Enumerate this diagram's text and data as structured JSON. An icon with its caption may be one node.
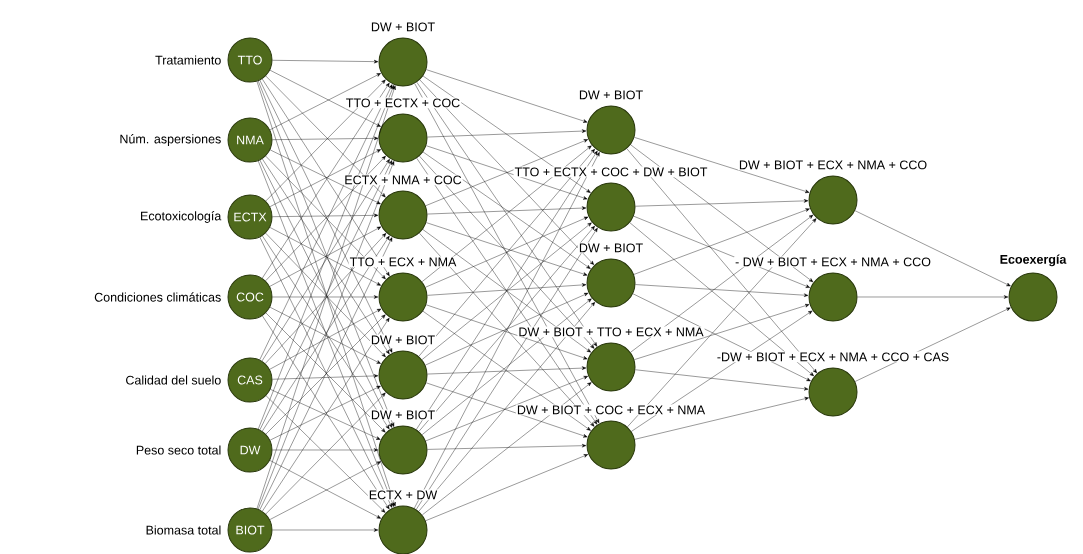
{
  "diagram": {
    "nodes": [
      {
        "text": [
          "TTO"
        ],
        "beside": [
          "Tratamiento"
        ]
      },
      {
        "text": [
          "NMA"
        ],
        "beside": [
          "Núm. aspersiones"
        ]
      },
      {
        "text": [
          "ECTX"
        ],
        "beside": [
          "Ecotoxicología"
        ]
      },
      {
        "text": [
          "COC"
        ],
        "beside": [
          "Condiciones climáticas"
        ]
      },
      {
        "text": [
          "CAS"
        ],
        "beside": [
          "Calidad del suelo"
        ]
      },
      {
        "text": [
          "DW"
        ],
        "beside": [
          "Peso seco total"
        ]
      },
      {
        "text": [
          "BIOT"
        ],
        "beside": [
          "Biomasa total"
        ]
      },
      {
        "text": [],
        "shape": "circle",
        "beside": [
          "DW + BIOT"
        ]
      },
      {
        "text": [],
        "shape": "circle",
        "beside": [
          "TTO + ECTX + COC"
        ]
      },
      {
        "text": [],
        "shape": "circle",
        "beside": [
          "ECTX + NMA + COC"
        ]
      },
      {
        "text": [],
        "shape": "circle",
        "beside": [
          "TTO + ECX + NMA"
        ]
      },
      {
        "text": [],
        "shape": "circle",
        "beside": [
          "DW + BIOT"
        ]
      },
      {
        "text": [],
        "shape": "circle",
        "beside": [
          "DW + BIOT"
        ]
      },
      {
        "text": [],
        "shape": "circle",
        "beside": [
          "ECTX + DW"
        ]
      },
      {
        "text": [],
        "shape": "circle",
        "beside": [
          "DW + BIOT"
        ]
      },
      {
        "text": [],
        "shape": "circle",
        "beside": [
          "TTO + ECTX + COC + DW + BIOT"
        ]
      },
      {
        "text": [],
        "shape": "circle",
        "beside": [
          "DW + BIOT"
        ]
      },
      {
        "text": [],
        "shape": "circle",
        "beside": [
          "DW + BIOT + TTO + ECX + NMA"
        ]
      },
      {
        "text": [],
        "shape": "circle",
        "beside": [
          "DW + BIOT + COC + ECX + NMA"
        ]
      },
      {
        "text": [],
        "shape": "circle",
        "beside": [
          "DW + BIOT + ECX + NMA + CCO"
        ]
      },
      {
        "text": [],
        "shape": "circle",
        "beside": [
          "- DW + BIOT + ECX + NMA + CCO"
        ]
      },
      {
        "text": [],
        "shape": "circle",
        "beside": [
          "-DW + BIOT + ECX + NMA + CCO + CAS"
        ]
      },
      {
        "text": [],
        "shape": "circle",
        "beside": [
          "Ecoexergía"
        ]
      }
    ],
    "edges": [
      {
        "from": 0,
        "to": 7,
        "arrow": "to"
      },
      {
        "from": 0,
        "to": 8,
        "arrow": "to"
      },
      {
        "from": 0,
        "to": 9,
        "arrow": "to"
      },
      {
        "from": 0,
        "to": 10,
        "arrow": "to"
      },
      {
        "from": 0,
        "to": 11,
        "arrow": "to"
      },
      {
        "from": 0,
        "to": 12,
        "arrow": "to"
      },
      {
        "from": 0,
        "to": 13,
        "arrow": "to"
      },
      {
        "from": 1,
        "to": 7,
        "arrow": "to"
      },
      {
        "from": 1,
        "to": 8,
        "arrow": "to"
      },
      {
        "from": 1,
        "to": 9,
        "arrow": "to"
      },
      {
        "from": 1,
        "to": 10,
        "arrow": "to"
      },
      {
        "from": 1,
        "to": 11,
        "arrow": "to"
      },
      {
        "from": 1,
        "to": 12,
        "arrow": "to"
      },
      {
        "from": 1,
        "to": 13,
        "arrow": "to"
      },
      {
        "from": 2,
        "to": 7,
        "arrow": "to"
      },
      {
        "from": 2,
        "to": 8,
        "arrow": "to"
      },
      {
        "from": 2,
        "to": 9,
        "arrow": "to"
      },
      {
        "from": 2,
        "to": 10,
        "arrow": "to"
      },
      {
        "from": 2,
        "to": 11,
        "arrow": "to"
      },
      {
        "from": 2,
        "to": 12,
        "arrow": "to"
      },
      {
        "from": 2,
        "to": 13,
        "arrow": "to"
      },
      {
        "from": 3,
        "to": 7,
        "arrow": "to"
      },
      {
        "from": 3,
        "to": 8,
        "arrow": "to"
      },
      {
        "from": 3,
        "to": 9,
        "arrow": "to"
      },
      {
        "from": 3,
        "to": 10,
        "arrow": "to"
      },
      {
        "from": 3,
        "to": 11,
        "arrow": "to"
      },
      {
        "from": 3,
        "to": 12,
        "arrow": "to"
      },
      {
        "from": 3,
        "to": 13,
        "arrow": "to"
      },
      {
        "from": 4,
        "to": 7,
        "arrow": "to"
      },
      {
        "from": 4,
        "to": 8,
        "arrow": "to"
      },
      {
        "from": 4,
        "to": 9,
        "arrow": "to"
      },
      {
        "from": 4,
        "to": 10,
        "arrow": "to"
      },
      {
        "from": 4,
        "to": 11,
        "arrow": "to"
      },
      {
        "from": 4,
        "to": 12,
        "arrow": "to"
      },
      {
        "from": 4,
        "to": 13,
        "arrow": "to"
      },
      {
        "from": 5,
        "to": 7,
        "arrow": "to"
      },
      {
        "from": 5,
        "to": 8,
        "arrow": "to"
      },
      {
        "from": 5,
        "to": 9,
        "arrow": "to"
      },
      {
        "from": 5,
        "to": 10,
        "arrow": "to"
      },
      {
        "from": 5,
        "to": 11,
        "arrow": "to"
      },
      {
        "from": 5,
        "to": 12,
        "arrow": "to"
      },
      {
        "from": 5,
        "to": 13,
        "arrow": "to"
      },
      {
        "from": 6,
        "to": 7,
        "arrow": "to"
      },
      {
        "from": 6,
        "to": 8,
        "arrow": "to"
      },
      {
        "from": 6,
        "to": 9,
        "arrow": "to"
      },
      {
        "from": 6,
        "to": 10,
        "arrow": "to"
      },
      {
        "from": 6,
        "to": 11,
        "arrow": "to"
      },
      {
        "from": 6,
        "to": 12,
        "arrow": "to"
      },
      {
        "from": 6,
        "to": 13,
        "arrow": "to"
      },
      {
        "from": 7,
        "to": 14,
        "arrow": "to"
      },
      {
        "from": 7,
        "to": 15,
        "arrow": "to"
      },
      {
        "from": 7,
        "to": 16,
        "arrow": "to"
      },
      {
        "from": 7,
        "to": 17,
        "arrow": "to"
      },
      {
        "from": 7,
        "to": 18,
        "arrow": "to"
      },
      {
        "from": 8,
        "to": 14,
        "arrow": "to"
      },
      {
        "from": 8,
        "to": 15,
        "arrow": "to"
      },
      {
        "from": 8,
        "to": 16,
        "arrow": "to"
      },
      {
        "from": 8,
        "to": 17,
        "arrow": "to"
      },
      {
        "from": 8,
        "to": 18,
        "arrow": "to"
      },
      {
        "from": 9,
        "to": 14,
        "arrow": "to"
      },
      {
        "from": 9,
        "to": 15,
        "arrow": "to"
      },
      {
        "from": 9,
        "to": 16,
        "arrow": "to"
      },
      {
        "from": 9,
        "to": 17,
        "arrow": "to"
      },
      {
        "from": 9,
        "to": 18,
        "arrow": "to"
      },
      {
        "from": 10,
        "to": 14,
        "arrow": "to"
      },
      {
        "from": 10,
        "to": 15,
        "arrow": "to"
      },
      {
        "from": 10,
        "to": 16,
        "arrow": "to"
      },
      {
        "from": 10,
        "to": 17,
        "arrow": "to"
      },
      {
        "from": 10,
        "to": 18,
        "arrow": "to"
      },
      {
        "from": 11,
        "to": 14,
        "arrow": "to"
      },
      {
        "from": 11,
        "to": 15,
        "arrow": "to"
      },
      {
        "from": 11,
        "to": 16,
        "arrow": "to"
      },
      {
        "from": 11,
        "to": 17,
        "arrow": "to"
      },
      {
        "from": 11,
        "to": 18,
        "arrow": "to"
      },
      {
        "from": 12,
        "to": 14,
        "arrow": "to"
      },
      {
        "from": 12,
        "to": 15,
        "arrow": "to"
      },
      {
        "from": 12,
        "to": 16,
        "arrow": "to"
      },
      {
        "from": 12,
        "to": 17,
        "arrow": "to"
      },
      {
        "from": 12,
        "to": 18,
        "arrow": "to"
      },
      {
        "from": 13,
        "to": 14,
        "arrow": "to"
      },
      {
        "from": 13,
        "to": 15,
        "arrow": "to"
      },
      {
        "from": 13,
        "to": 16,
        "arrow": "to"
      },
      {
        "from": 13,
        "to": 17,
        "arrow": "to"
      },
      {
        "from": 13,
        "to": 18,
        "arrow": "to"
      },
      {
        "from": 14,
        "to": 19,
        "arrow": "to"
      },
      {
        "from": 14,
        "to": 20,
        "arrow": "to"
      },
      {
        "from": 14,
        "to": 21,
        "arrow": "to"
      },
      {
        "from": 15,
        "to": 19,
        "arrow": "to"
      },
      {
        "from": 15,
        "to": 20,
        "arrow": "to"
      },
      {
        "from": 15,
        "to": 21,
        "arrow": "to"
      },
      {
        "from": 16,
        "to": 19,
        "arrow": "to"
      },
      {
        "from": 16,
        "to": 20,
        "arrow": "to"
      },
      {
        "from": 16,
        "to": 21,
        "arrow": "to"
      },
      {
        "from": 17,
        "to": 19,
        "arrow": "to"
      },
      {
        "from": 17,
        "to": 20,
        "arrow": "to"
      },
      {
        "from": 17,
        "to": 21,
        "arrow": "to"
      },
      {
        "from": 18,
        "to": 19,
        "arrow": "to"
      },
      {
        "from": 18,
        "to": 20,
        "arrow": "to"
      },
      {
        "from": 18,
        "to": 21,
        "arrow": "to"
      },
      {
        "from": 19,
        "to": 22,
        "arrow": "to"
      },
      {
        "from": 20,
        "to": 22,
        "arrow": "to"
      },
      {
        "from": 21,
        "to": 22,
        "arrow": "to"
      }
    ]
  }
}
